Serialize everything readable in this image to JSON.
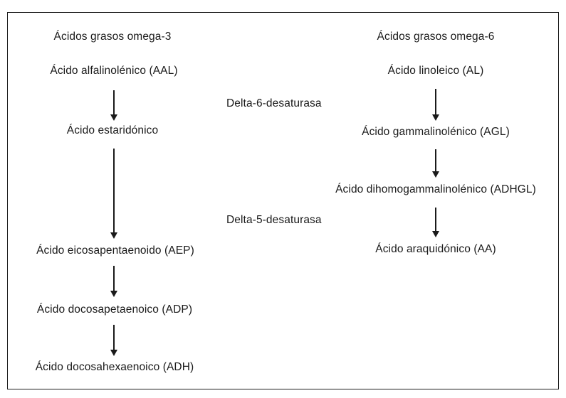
{
  "colors": {
    "ink": "#1a1a1a",
    "background": "#ffffff",
    "frame_border": "#1a1a1a"
  },
  "pathway": {
    "omega3": {
      "title": "Ácidos grasos omega-3",
      "nodes": [
        "Ácido alfalinolénico (AAL)",
        "Ácido estaridónico",
        "Ácido eicosapentaenoido (AEP)",
        "Ácido docosapetaenoico (ADP)",
        "Ácido docosahexaenoico (ADH)"
      ]
    },
    "omega6": {
      "title": "Ácidos grasos omega-6",
      "nodes": [
        "Ácido linoleico (AL)",
        "Ácido gammalinolénico (AGL)",
        "Ácido dihomogammalinolénico (ADHGL)",
        "Ácido araquidónico (AA)"
      ]
    },
    "enzymes": [
      "Delta-6-desaturasa",
      "Delta-5-desaturasa"
    ]
  }
}
